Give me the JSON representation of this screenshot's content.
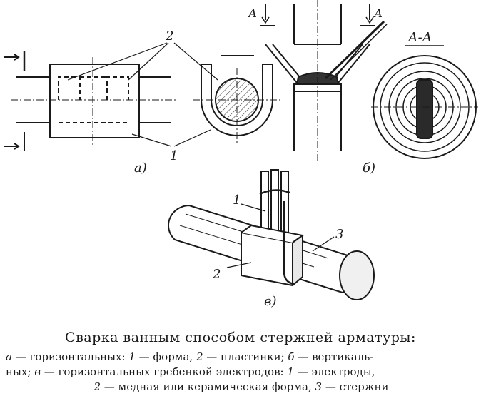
{
  "figure": {
    "labels": {
      "a": "а)",
      "b": "б)",
      "c": "в)",
      "section": "А-А",
      "cut_a_left": "А",
      "cut_a_right": "А",
      "num_1_a": "1",
      "num_2_a": "2",
      "num_1_c": "1",
      "num_2_c": "2",
      "num_3_c": "3"
    }
  },
  "caption": {
    "title": "Сварка ванным способом стержней арматуры:",
    "line1": {
      "a": "а",
      "a_text": " — горизонтальных: ",
      "n1": "1",
      "t1": " — форма, ",
      "n2": "2",
      "t2": " — пластинки; ",
      "b": "б",
      "b_text": " — вертикаль-"
    },
    "line2": {
      "t0": "ных; ",
      "c": "в",
      "c_text": " — горизонтальных гребенкой электродов: ",
      "n1": "1",
      "t1": " — электроды,"
    },
    "line3": {
      "n2": "2",
      "t2": " — медная или керамическая форма, ",
      "n3": "3",
      "t3": " — стержни"
    }
  }
}
